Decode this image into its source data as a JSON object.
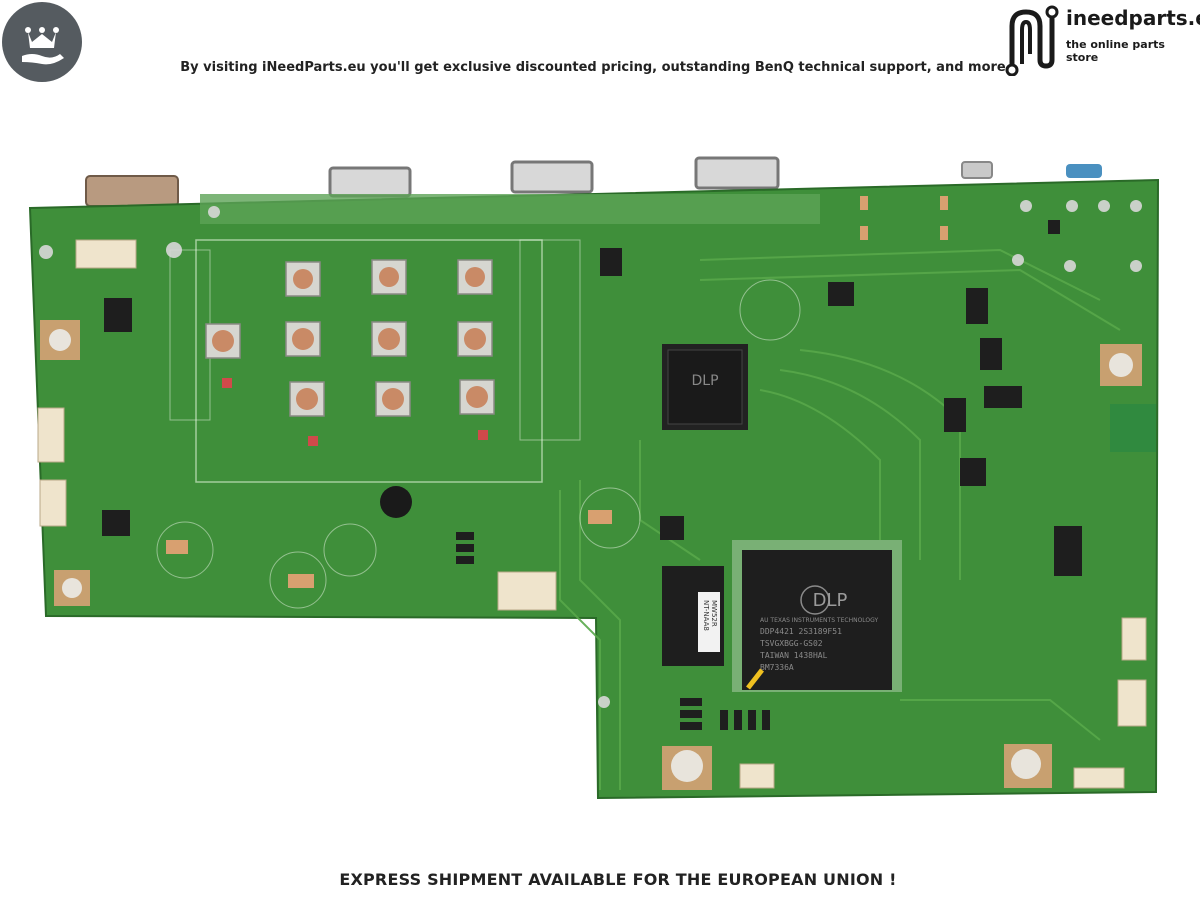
{
  "header": {
    "promo_text": "By visiting iNeedParts.eu you'll get exclusive discounted pricing, outstanding BenQ technical support, and more",
    "brand_name": "ineedparts.eu",
    "brand_tagline": "the online parts store",
    "badge_icon": "crown-hand-icon"
  },
  "board": {
    "chip_main_brand": "DLP",
    "chip_main_lines": [
      "AU TEXAS INSTRUMENTS TECHNOLOGY",
      "DDP4421 2S3189F51",
      "TSVGXBGG-GS02",
      "TAIWAN 1438HAL",
      "BM7336A"
    ],
    "chip_small_brand": "DLP",
    "memory_label_lines": [
      "MW52R",
      "NT-NAA8"
    ],
    "colors": {
      "pcb": "#3f8f3a",
      "pcb_dark": "#2f6f2c",
      "trace": "#58a84a",
      "pad": "#c8a070"
    }
  },
  "footer": {
    "text": "EXPRESS SHIPMENT AVAILABLE FOR THE EUROPEAN UNION !"
  }
}
